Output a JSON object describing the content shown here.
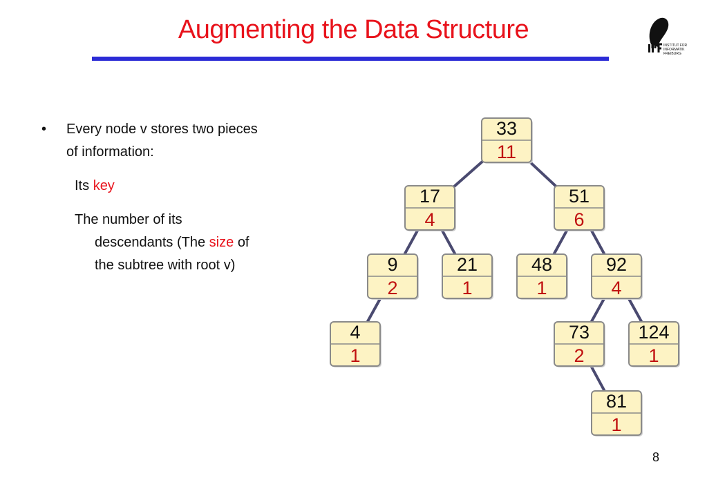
{
  "slide": {
    "title": "Augmenting the Data Structure",
    "page_number": "8",
    "bullet_marker": "•",
    "bullet_text_line1": "Every node v stores two pieces",
    "bullet_text_line2": "of information:",
    "key_prefix": "Its",
    "key_word": "key",
    "size_line1": "The number of its",
    "size_line2_prefix": "descendants (The",
    "size_word": "size",
    "size_line2_suffix": "of",
    "size_line3": "the subtree with root v)"
  },
  "logo": {
    "letters": "IIF",
    "line1": "INSTITUT FÜR",
    "line2": "INFORMATIK",
    "line3": "FREIBURG"
  },
  "colors": {
    "title": "#e8121b",
    "rule": "#2b2bd6",
    "node_fill": "#fdf3c4",
    "node_border": "#8a8a8a",
    "edge": "#4a4a70",
    "size_text": "#c01010",
    "key_text": "#111111"
  },
  "tree": {
    "nodes": [
      {
        "id": "n33",
        "key": "33",
        "size": "11"
      },
      {
        "id": "n17",
        "key": "17",
        "size": "4"
      },
      {
        "id": "n51",
        "key": "51",
        "size": "6"
      },
      {
        "id": "n9",
        "key": "9",
        "size": "2"
      },
      {
        "id": "n21",
        "key": "21",
        "size": "1"
      },
      {
        "id": "n48",
        "key": "48",
        "size": "1"
      },
      {
        "id": "n92",
        "key": "92",
        "size": "4"
      },
      {
        "id": "n4",
        "key": "4",
        "size": "1"
      },
      {
        "id": "n73",
        "key": "73",
        "size": "2"
      },
      {
        "id": "n124",
        "key": "124",
        "size": "1"
      },
      {
        "id": "n81",
        "key": "81",
        "size": "1"
      }
    ],
    "edges": [
      [
        "n33",
        "n17"
      ],
      [
        "n33",
        "n51"
      ],
      [
        "n17",
        "n9"
      ],
      [
        "n17",
        "n21"
      ],
      [
        "n51",
        "n48"
      ],
      [
        "n51",
        "n92"
      ],
      [
        "n9",
        "n4"
      ],
      [
        "n92",
        "n73"
      ],
      [
        "n92",
        "n124"
      ],
      [
        "n73",
        "n81"
      ]
    ]
  }
}
